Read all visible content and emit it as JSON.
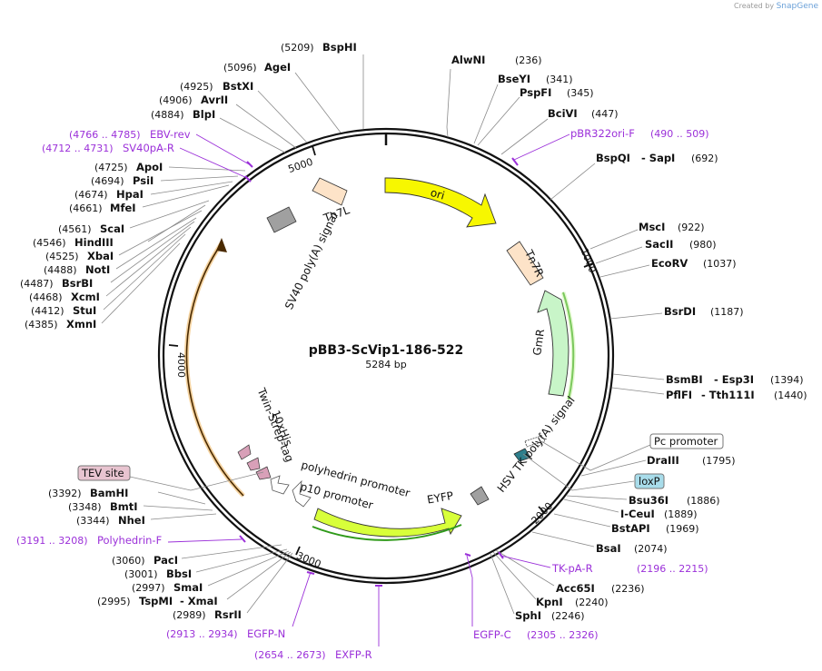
{
  "credit": {
    "prefix": "Created by",
    "brand": "SnapGene"
  },
  "plasmid": {
    "name": "pBB3-ScVip1-186-522",
    "length_text": "5284 bp"
  },
  "ticks": [
    {
      "label": "1000"
    },
    {
      "label": "2000"
    },
    {
      "label": "3000"
    },
    {
      "label": "4000"
    },
    {
      "label": "5000"
    }
  ],
  "features": [
    {
      "name": "ori",
      "start": 30,
      "end": 600,
      "color": "#f7f700",
      "type": "arrow"
    },
    {
      "name": "Tn7R",
      "start": 830,
      "end": 905,
      "color": "#fde3c8",
      "type": "box"
    },
    {
      "name": "GmR",
      "start": 1055,
      "end": 1400,
      "color": "#c8f5c8",
      "type": "arrow-ccw"
    },
    {
      "name": "HSV TK poly(A) signal",
      "start": 1960,
      "end": 2010,
      "color": "#a0a0a0",
      "type": "box"
    },
    {
      "name": "EYFP",
      "start": 2360,
      "end": 2990,
      "color": "#d8ff3a",
      "type": "arrow-ccw"
    },
    {
      "name": "p10 promoter",
      "start": 3045,
      "end": 3130,
      "color": "#ffffff",
      "type": "arrow-ccw"
    },
    {
      "name": "polyhedrin promoter",
      "start": 3130,
      "end": 3215,
      "color": "#ffffff",
      "type": "arrow"
    },
    {
      "name": "Twin-Strep-tag",
      "start": 3350,
      "end": 3420,
      "color": "#d8a0b8",
      "type": "arrow-ccw"
    },
    {
      "name": "10xHis",
      "start": 3420,
      "end": 3470,
      "color": "#d8a0b8",
      "type": "arrow-ccw"
    },
    {
      "name": "SV40 poly(A) signal",
      "start": 4920,
      "end": 5040,
      "color": "#a0a0a0",
      "type": "box"
    },
    {
      "name": "Tn7L",
      "start": 5190,
      "end": 5330,
      "color": "#fde3c8",
      "type": "box"
    }
  ],
  "enzymes_right": [
    {
      "name": "AlwNI",
      "pos": "(236)"
    },
    {
      "name": "BseYI",
      "pos": "(341)"
    },
    {
      "name": "PspFI",
      "pos": "(345)"
    },
    {
      "name": "BciVI",
      "pos": "(447)"
    },
    {
      "name": "BspQI",
      "name2": "SapI",
      "pos": "(692)"
    },
    {
      "name": "MscI",
      "pos": "(922)"
    },
    {
      "name": "SacII",
      "pos": "(980)"
    },
    {
      "name": "EcoRV",
      "pos": "(1037)"
    },
    {
      "name": "BsrDI",
      "pos": "(1187)"
    },
    {
      "name": "BsmBI",
      "name2": "Esp3I",
      "pos": "(1394)"
    },
    {
      "name": "PflFI",
      "name2": "Tth111I",
      "pos": "(1440)"
    },
    {
      "name": "DraIII",
      "pos": "(1795)"
    },
    {
      "name": "Bsu36I",
      "pos": "(1886)"
    },
    {
      "name": "I-CeuI",
      "pos": "(1889)"
    },
    {
      "name": "BstAPI",
      "pos": "(1969)"
    },
    {
      "name": "BsaI",
      "pos": "(2074)"
    },
    {
      "name": "Acc65I",
      "pos": "(2236)"
    },
    {
      "name": "KpnI",
      "pos": "(2240)"
    },
    {
      "name": "SphI",
      "pos": "(2246)"
    }
  ],
  "enzymes_left": [
    {
      "name": "BspHI",
      "pos": "(5209)"
    },
    {
      "name": "AgeI",
      "pos": "(5096)"
    },
    {
      "name": "BstXI",
      "pos": "(4925)"
    },
    {
      "name": "AvrII",
      "pos": "(4906)"
    },
    {
      "name": "BlpI",
      "pos": "(4884)"
    },
    {
      "name": "ApoI",
      "pos": "(4725)"
    },
    {
      "name": "PsiI",
      "pos": "(4694)"
    },
    {
      "name": "HpaI",
      "pos": "(4674)"
    },
    {
      "name": "MfeI",
      "pos": "(4661)"
    },
    {
      "name": "ScaI",
      "pos": "(4561)"
    },
    {
      "name": "HindIII",
      "pos": "(4546)"
    },
    {
      "name": "XbaI",
      "pos": "(4525)"
    },
    {
      "name": "NotI",
      "pos": "(4488)"
    },
    {
      "name": "BsrBI",
      "pos": "(4487)"
    },
    {
      "name": "XcmI",
      "pos": "(4468)"
    },
    {
      "name": "StuI",
      "pos": "(4412)"
    },
    {
      "name": "XmnI",
      "pos": "(4385)"
    },
    {
      "name": "BamHI",
      "pos": "(3392)"
    },
    {
      "name": "BmtI",
      "pos": "(3348)"
    },
    {
      "name": "NheI",
      "pos": "(3344)"
    },
    {
      "name": "PacI",
      "pos": "(3060)"
    },
    {
      "name": "BbsI",
      "pos": "(3001)"
    },
    {
      "name": "SmaI",
      "pos": "(2997)"
    },
    {
      "name": "TspMI",
      "name2": "XmaI",
      "pos": "(2995)"
    },
    {
      "name": "RsrII",
      "pos": "(2989)"
    }
  ],
  "primers": [
    {
      "name": "pBR322ori-F",
      "range": "(490 .. 509)"
    },
    {
      "name": "TK-pA-R",
      "range": "(2196 .. 2215)"
    },
    {
      "name": "EGFP-C",
      "range": "(2305 .. 2326)"
    },
    {
      "name": "EXFP-R",
      "range": "(2654 .. 2673)"
    },
    {
      "name": "EGFP-N",
      "range": "(2913 .. 2934)"
    },
    {
      "name": "Polyhedrin-F",
      "range": "(3191 .. 3208)"
    },
    {
      "name": "EBV-rev",
      "range": "(4766 .. 4785)"
    },
    {
      "name": "SV40pA-R",
      "range": "(4712 .. 4731)"
    }
  ],
  "boxed_features": [
    {
      "name": "Pc promoter",
      "fill": "#ffffff"
    },
    {
      "name": "loxP",
      "fill": "#a8dcea"
    },
    {
      "name": "TEV site",
      "fill": "#e8c4d0"
    }
  ]
}
